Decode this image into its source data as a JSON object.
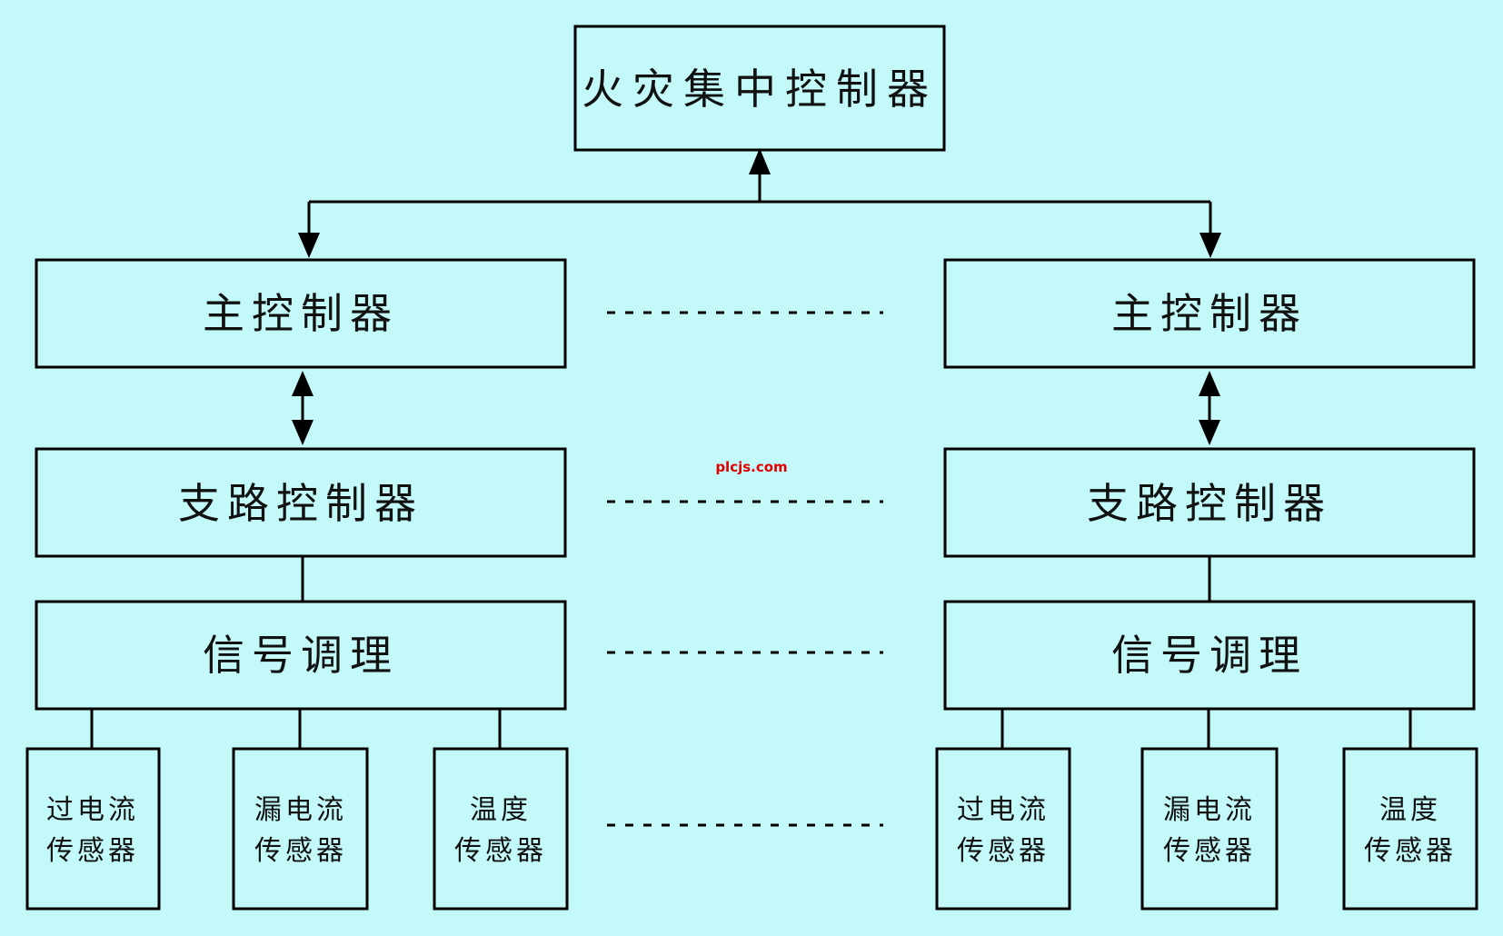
{
  "top": {
    "label": "火灾集中控制器"
  },
  "columns": [
    {
      "main": "主控制器",
      "branch": "支路控制器",
      "signal": "信号调理",
      "sensors": [
        {
          "line1": "过电流",
          "line2": "传感器"
        },
        {
          "line1": "漏电流",
          "line2": "传感器"
        },
        {
          "line1": "温度",
          "line2": "传感器"
        }
      ]
    },
    {
      "main": "主控制器",
      "branch": "支路控制器",
      "signal": "信号调理",
      "sensors": [
        {
          "line1": "过电流",
          "line2": "传感器"
        },
        {
          "line1": "漏电流",
          "line2": "传感器"
        },
        {
          "line1": "温度",
          "line2": "传感器"
        }
      ]
    }
  ],
  "watermark": "plcjs.com",
  "colors": {
    "background": "#c4f9f9",
    "line": "#000000",
    "watermark": "#e00000"
  }
}
